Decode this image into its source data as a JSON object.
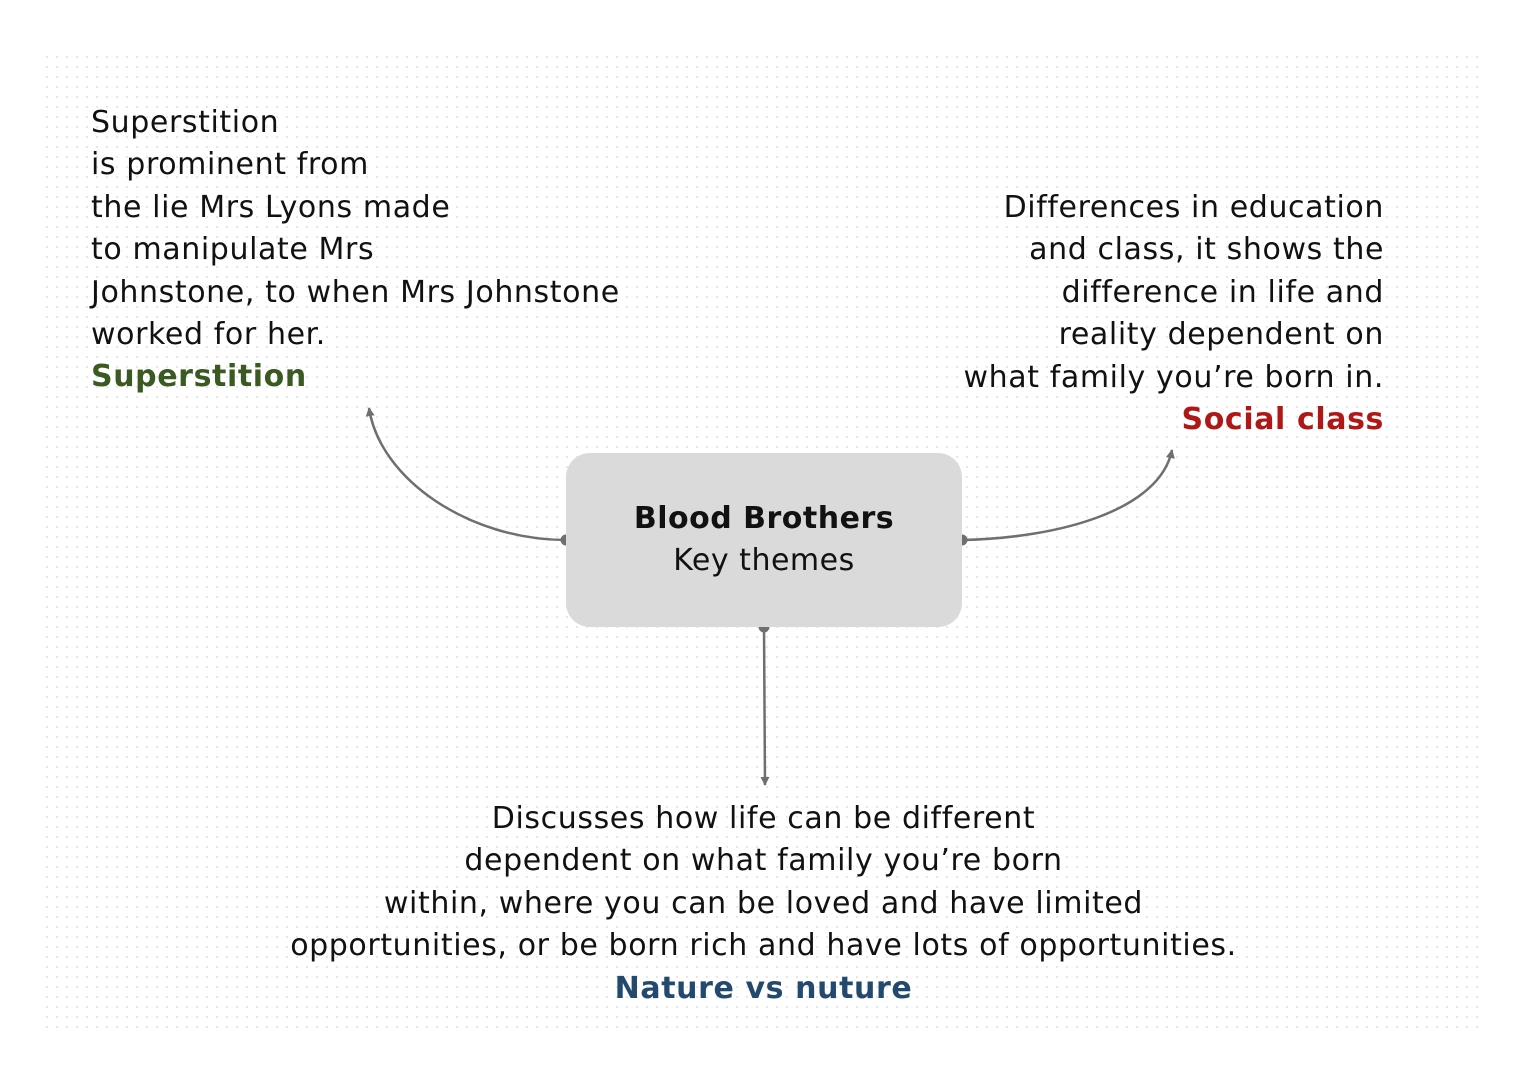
{
  "center": {
    "title": "Blood Brothers",
    "subtitle": "Key themes"
  },
  "branches": {
    "superstition": {
      "lines": [
        "Superstition",
        "is prominent from",
        "the lie Mrs Lyons made",
        "to manipulate Mrs",
        "Johnstone, to when Mrs Johnstone",
        "worked for her."
      ],
      "theme": "Superstition",
      "theme_color": "#3a5a22"
    },
    "social_class": {
      "lines": [
        "Differences in education",
        "and class, it shows the",
        "difference in life and",
        "reality dependent on",
        "what family you’re born in."
      ],
      "theme": "Social class",
      "theme_color": "#b01818"
    },
    "nature": {
      "lines": [
        "Discusses how life can be different",
        "dependent on what family you’re born",
        "within, where you can be loved and have limited",
        "opportunities, or be born rich and have lots of opportunities."
      ],
      "theme": "Nature vs nuture",
      "theme_color": "#234a6e"
    }
  },
  "colors": {
    "node_fill": "#dadada",
    "connector": "#6f6f6f",
    "text": "#111111"
  }
}
